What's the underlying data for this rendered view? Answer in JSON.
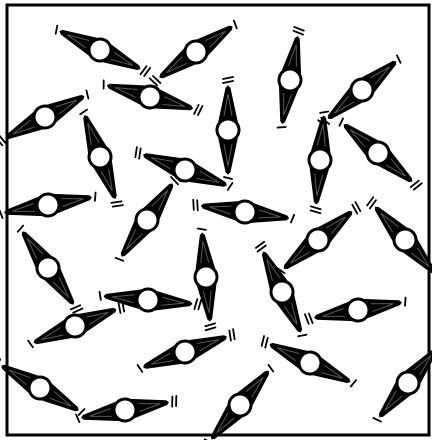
{
  "figure": {
    "element": "molecule",
    "parts": [
      "bead",
      "tapered-arm",
      "end-tick"
    ],
    "colors": {
      "ink": "#000000",
      "paper": "#ffffff"
    }
  }
}
